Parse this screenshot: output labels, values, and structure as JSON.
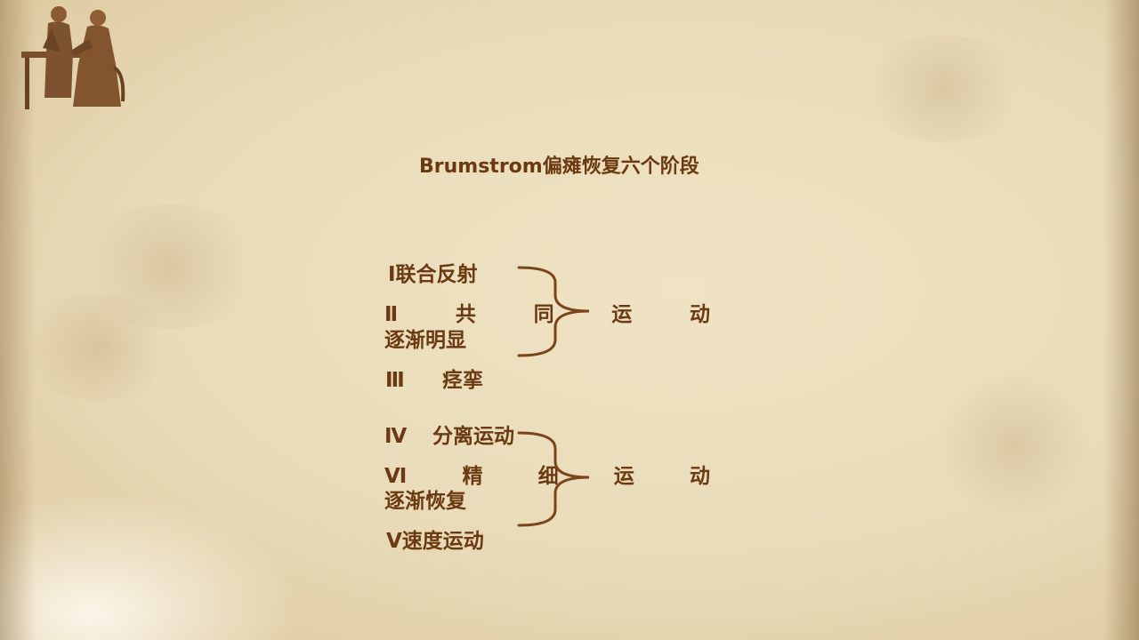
{
  "title": "Brumstrom偏瘫恢复六个阶段",
  "group1": {
    "stage1": "Ⅰ联合反射",
    "stage2_chars": [
      "Ⅱ",
      "共",
      "同",
      "运",
      "动"
    ],
    "stage2_tail": "逐渐明显",
    "stage3_numeral": "Ⅲ",
    "stage3_label": "痉挛"
  },
  "group2": {
    "stage4_numeral": "Ⅳ",
    "stage4_label": "分离运动",
    "stage6_chars": [
      "Ⅵ",
      "精",
      "细",
      "运",
      "动"
    ],
    "stage6_tail": "逐渐恢复",
    "stage5": "Ⅴ速度运动"
  },
  "colors": {
    "text": "#6b3a12",
    "bracket": "#7a4518"
  },
  "illustration": "two-figures-at-table-statue"
}
